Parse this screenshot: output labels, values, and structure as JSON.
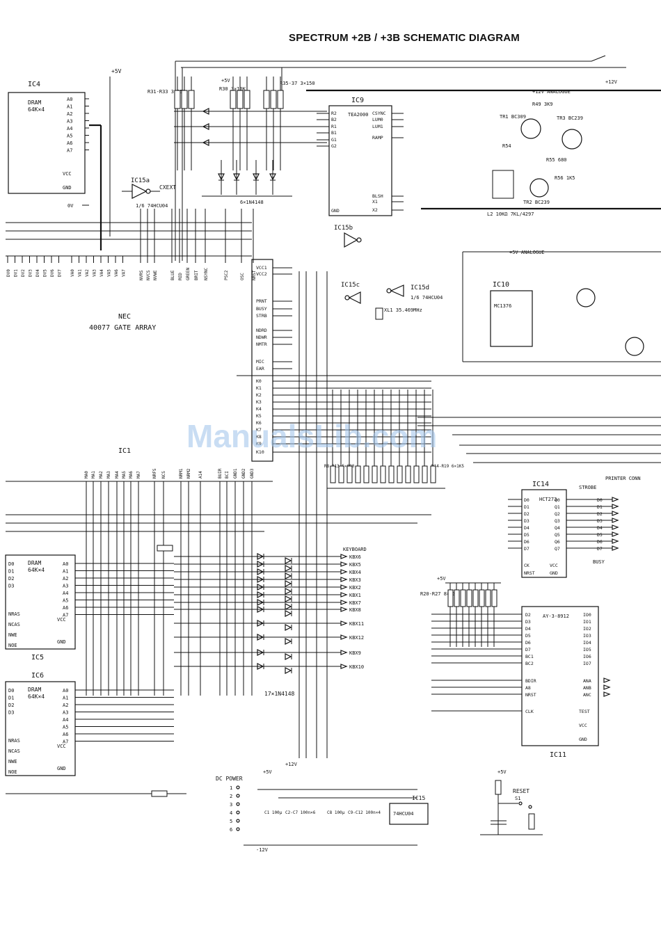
{
  "title": "SPECTRUM +2B / +3B SCHEMATIC DIAGRAM",
  "watermark": "ManualsLib.com",
  "chips": {
    "ic4": {
      "ref": "IC4",
      "type": "DRAM",
      "size": "64K×4",
      "pins": [
        "A0",
        "A1",
        "A2",
        "A3",
        "A4",
        "A5",
        "A6",
        "A7",
        "VCC",
        "GND"
      ]
    },
    "ic9": {
      "ref": "IC9",
      "type": "TEA2000",
      "pins": [
        "R2",
        "B2",
        "R1",
        "B1",
        "G1",
        "G2",
        "CSYNC",
        "LUM0",
        "LUM1",
        "RAMP",
        "BLSH",
        "X1",
        "X2",
        "GND"
      ]
    },
    "gate": {
      "line1": "NEC",
      "line2": "40077 GATE ARRAY",
      "pins": [
        "VCC1",
        "VCC2",
        "PRNT",
        "BUSY",
        "STRB",
        "NDRD",
        "NDWR",
        "NMTR",
        "MIC",
        "EAR",
        "K0",
        "K1",
        "K2",
        "K3",
        "K4",
        "K5",
        "K6",
        "K7",
        "K8",
        "K9",
        "K10"
      ]
    },
    "ic1": {
      "ref": "IC1",
      "pins": [
        "MA0",
        "MA1",
        "MA2",
        "MA3",
        "MA4",
        "MA5",
        "MA6",
        "MA7",
        "NRFS",
        "NCS",
        "NRM1",
        "NRM2",
        "A14",
        "BUIR",
        "BCI",
        "GND1",
        "GND2",
        "GND3"
      ]
    },
    "ic5": {
      "ref": "IC5",
      "type": "DRAM",
      "size": "64K×4",
      "pins": [
        "A0",
        "A1",
        "A2",
        "A3",
        "A4",
        "A5",
        "A6",
        "A7",
        "VCC",
        "GND"
      ],
      "left_pins": [
        "D0",
        "D1",
        "D2",
        "D3",
        "NRAS",
        "NCAS",
        "NWE",
        "NOE"
      ]
    },
    "ic6": {
      "ref": "IC6",
      "type": "DRAM",
      "size": "64K×4",
      "pins": [
        "A0",
        "A1",
        "A2",
        "A3",
        "A4",
        "A5",
        "A6",
        "A7",
        "VCC",
        "GND"
      ],
      "left_pins": [
        "D0",
        "D1",
        "D2",
        "D3",
        "NRAS",
        "NCAS",
        "NWE",
        "NOE"
      ]
    },
    "ic10": {
      "ref": "IC10",
      "type": "MC1376"
    },
    "ic14": {
      "ref": "IC14",
      "type": "HCT273",
      "pins": [
        "D0",
        "D1",
        "D2",
        "D3",
        "D4",
        "D5",
        "D6",
        "D7",
        "CK",
        "NRST",
        "VCC",
        "GND"
      ],
      "outs": [
        "Q0",
        "Q1",
        "Q2",
        "Q3",
        "Q4",
        "Q5",
        "Q6",
        "Q7"
      ]
    },
    "ic11": {
      "ref": "IC11",
      "type": "AY-3-8912",
      "pins": [
        "D2",
        "D3",
        "D4",
        "D5",
        "D6",
        "D7",
        "BC1",
        "BC2",
        "BDIR",
        "A8",
        "NRST",
        "CLK",
        "TEST",
        "VCC",
        "GND"
      ],
      "outs": [
        "IO0",
        "IO1",
        "IO2",
        "IO3",
        "IO4",
        "IO5",
        "IO6",
        "IO7",
        "ANA",
        "ANB",
        "ANC"
      ]
    },
    "ic15": {
      "ref": "IC15",
      "type": "74HCU04"
    }
  },
  "gates": {
    "ic15a": "IC15a",
    "ic15b": "IC15b",
    "ic15c": "IC15c",
    "ic15d": "IC15d",
    "ic15a_type": "1/6 74HCU04",
    "ic15d_type": "1/6 74HCU04",
    "cxext": "CXEXT"
  },
  "labels": {
    "plus5v": "+5V",
    "minus12": "-12V",
    "plus12": "+12V",
    "zero_v": "0V",
    "analogue12": "+12V ANALOGUE",
    "analogue5": "+5V ANALOGUE",
    "dc_power": "DC POWER",
    "reset": "RESET",
    "s1": "S1",
    "keyboard": "KEYBOARD",
    "printer": "PRINTER CONN",
    "strobe": "STROBE",
    "busy": "BUSY",
    "diodes_ic9": "6×1N4148",
    "diodes_kb": "17×1N4148",
    "resistors_kb1": "R8-R13 5×680",
    "resistors_kb2": "R14-R19 6×1K5",
    "resistors_ay": "R20-R27 8×10K",
    "res_r31": "R31-R33 3×150",
    "res_r30": "R30 3×10K",
    "res_r35": "R35-37 3×150",
    "tr1": "TR1 BC309",
    "tr2": "TR2 BC239",
    "tr3": "TR3 BC239",
    "l2": "L2 10KΩ 7KL/4297",
    "xtal": "XL1 35.469MHz",
    "r54": "R54",
    "r49": "R49 3K9",
    "r55": "R55 680",
    "r56": "R56 1K5"
  },
  "bus_pins": {
    "dv": [
      "DV0",
      "DV1",
      "DV2",
      "DV3",
      "DV4",
      "DV5",
      "DV6",
      "DV7"
    ],
    "va": [
      "VA0",
      "VA1",
      "VA2",
      "VA3",
      "VA4",
      "VA5",
      "VA6",
      "VA7"
    ],
    "ctrl": [
      "NVRS",
      "NVCS",
      "NVWE",
      "BLUE",
      "RED",
      "GREEN",
      "BRIT",
      "NSYNC",
      "PSC2",
      "OSC",
      "NRST"
    ]
  },
  "kb_ports": [
    "KBX6",
    "KBX5",
    "KBX4",
    "KBX3",
    "KBX2",
    "KBX1",
    "KBX7",
    "KBX8",
    "KBX11",
    "KBX12",
    "KBX9",
    "KBX10"
  ],
  "printer_pins": [
    "D0",
    "D1",
    "D2",
    "D3",
    "D4",
    "D5",
    "D6",
    "D7"
  ],
  "power_pins": [
    "1",
    "2",
    "3",
    "4",
    "5",
    "6"
  ],
  "caps": {
    "c1": "C1 100µ",
    "c2": "C2-C7 100n×6",
    "c8": "C8 100µ",
    "c9": "C9-C12 100n×4"
  }
}
